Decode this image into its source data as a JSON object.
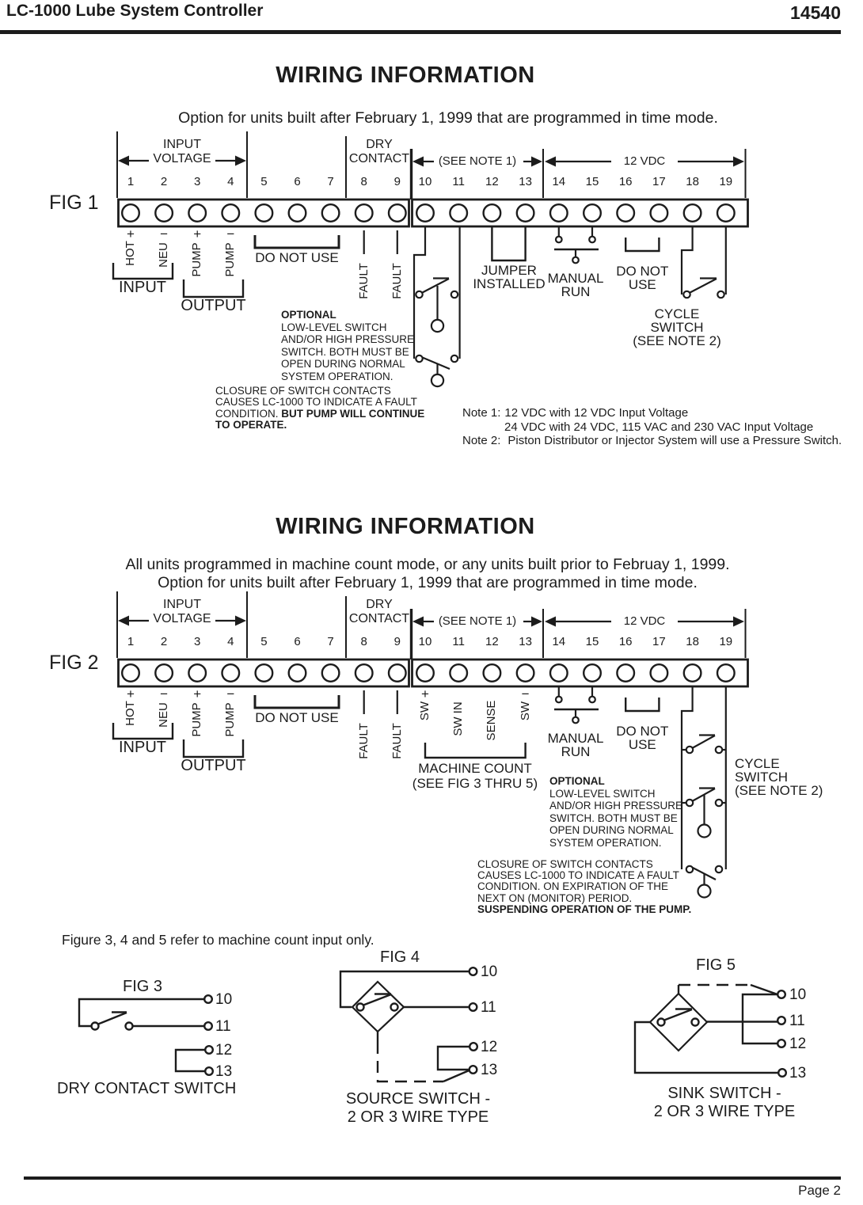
{
  "header": {
    "product_title": "LC-1000 Lube System Controller",
    "doc_number": "14540"
  },
  "section1": {
    "title": "WIRING INFORMATION",
    "subtitle": "Option for units built after February 1, 1999 that are programmed in time mode.",
    "fig_label": "FIG 1",
    "jumper_l1": "JUMPER",
    "jumper_l2": "INSTALLED",
    "closure": {
      "l1": "CLOSURE OF SWITCH CONTACTS",
      "l2": "CAUSES LC-1000 TO INDICATE A FAULT",
      "l3_pre": "CONDITION. ",
      "l3_bold": "BUT PUMP WILL CONTINUE",
      "l4_bold": "TO OPERATE."
    },
    "notes": {
      "n1_label": "Note 1:",
      "n1_line1": "12 VDC with 12 VDC Input Voltage",
      "n1_line2": "24 VDC with 24 VDC, 115 VAC and 230 VAC Input Voltage",
      "n2_label": "Note 2:",
      "n2_text": "Piston Distributor or Injector System will use a Pressure Switch."
    }
  },
  "section2": {
    "title": "WIRING INFORMATION",
    "subtitle_l1": "All units programmed in machine count mode, or any units built prior to Februay 1, 1999.",
    "subtitle_l2": "Option for units built after February 1, 1999 that are programmed in time mode.",
    "fig_label": "FIG 2",
    "sw_plus_sign": "+",
    "sw_plus": "SW",
    "sw_in": "SW IN",
    "sense": "SENSE",
    "sw_minus": "SW",
    "sw_minus_sign": "−",
    "machine_count_l1": "MACHINE COUNT",
    "machine_count_l2": "(SEE FIG 3 THRU 5)",
    "closure": {
      "l1": "CLOSURE OF SWITCH CONTACTS",
      "l2": "CAUSES LC-1000 TO INDICATE A FAULT",
      "l3": "CONDITION. ON EXPIRATION OF THE",
      "l4": "NEXT ON (MONITOR) PERIOD.",
      "l5_bold": "SUSPENDING OPERATION OF THE PUMP."
    }
  },
  "strip": {
    "numbers": [
      "1",
      "2",
      "3",
      "4",
      "5",
      "6",
      "7",
      "8",
      "9",
      "10",
      "11",
      "12",
      "13",
      "14",
      "15",
      "16",
      "17",
      "18",
      "19"
    ],
    "zone_input_voltage_l1": "INPUT",
    "zone_input_voltage_l2": "VOLTAGE",
    "zone_dry_contact_l1": "DRY",
    "zone_dry_contact_l2": "CONTACT",
    "zone_see_note": "(SEE NOTE 1)",
    "zone_12vdc": "12 VDC",
    "plus": "+",
    "minus": "−",
    "hot": "HOT",
    "neu": "NEU",
    "pump": "PUMP",
    "input": "INPUT",
    "output": "OUTPUT",
    "do_not_use": "DO NOT USE",
    "do_not_use_l1": "DO NOT",
    "do_not_use_l2": "USE",
    "fault": "FAULT",
    "manual_run_l1": "MANUAL",
    "manual_run_l2": "RUN",
    "cycle_l1": "CYCLE",
    "cycle_l2": "SWITCH",
    "cycle_l3": "(SEE NOTE 2)"
  },
  "optional_note": {
    "title": "OPTIONAL",
    "l1": "LOW-LEVEL SWITCH",
    "l2": "AND/OR HIGH PRESSURE",
    "l3": "SWITCH. BOTH MUST BE",
    "l4": "OPEN DURING NORMAL",
    "l5": "SYSTEM OPERATION."
  },
  "figures": {
    "intro": "Figure 3, 4 and 5 refer to machine count input only.",
    "fig3": {
      "label": "FIG 3",
      "caption": "DRY CONTACT SWITCH",
      "terminals": [
        "10",
        "11",
        "12",
        "13"
      ]
    },
    "fig4": {
      "label": "FIG 4",
      "caption_l1": "SOURCE SWITCH -",
      "caption_l2": "2 OR 3  WIRE TYPE",
      "terminals": [
        "10",
        "11",
        "12",
        "13"
      ]
    },
    "fig5": {
      "label": "FIG 5",
      "caption_l1": "SINK SWITCH -",
      "caption_l2": "2 OR 3 WIRE TYPE",
      "terminals": [
        "10",
        "11",
        "12",
        "13"
      ]
    }
  },
  "footer": {
    "page_label": "Page 2"
  },
  "colors": {
    "ink": "#1c1c1c",
    "paper": "#ffffff"
  }
}
